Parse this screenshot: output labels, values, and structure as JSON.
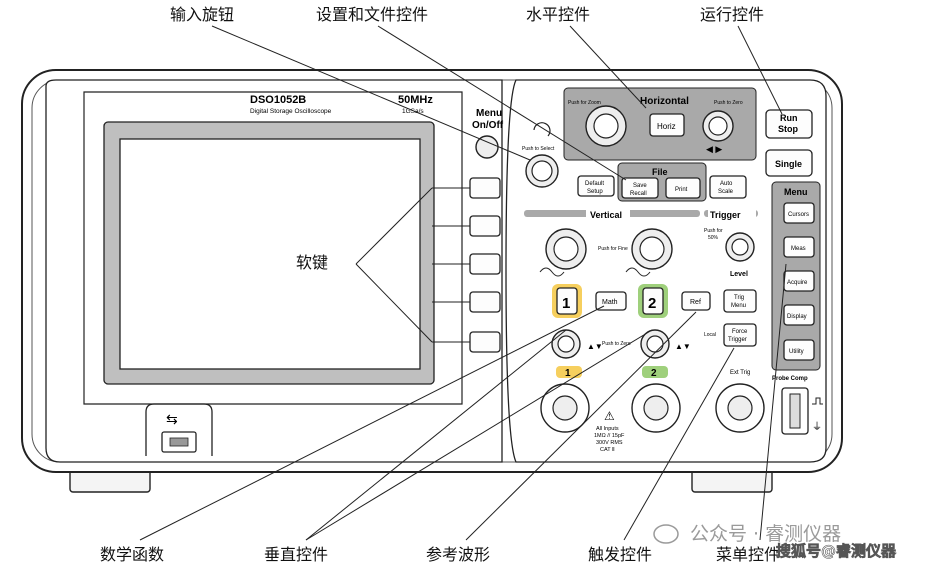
{
  "callouts": {
    "input_knob": "输入旋钮",
    "setup_file": "设置和文件控件",
    "horizontal": "水平控件",
    "run": "运行控件",
    "softkeys": "软键",
    "math": "数学函数",
    "vertical": "垂直控件",
    "reference": "参考波形",
    "trigger": "触发控件",
    "menu": "菜单控件"
  },
  "panel": {
    "model": "DSO1052B",
    "subtitle": "Digital Storage Oscilloscope",
    "bandwidth": "50MHz",
    "sample_rate": "1GSa/s",
    "menu_onoff_line1": "Menu",
    "menu_onoff_line2": "On/Off",
    "push_to_select": "Push to Select",
    "horizontal_title": "Horizontal",
    "push_for_zoom": "Push for Zoom",
    "push_to_zero": "Push to Zero",
    "horiz_button": "Horiz",
    "run_stop_line1": "Run",
    "run_stop_line2": "Stop",
    "single": "Single",
    "file_title": "File",
    "default_setup_line1": "Default",
    "default_setup_line2": "Setup",
    "save_recall_line1": "Save",
    "save_recall_line2": "Recall",
    "print": "Print",
    "auto_scale_line1": "Auto",
    "auto_scale_line2": "Scale",
    "vertical_title": "Vertical",
    "trigger_title": "Trigger",
    "push_for_fine": "Push for Fine",
    "push_for_50_line1": "Push for",
    "push_for_50_line2": "50%",
    "level": "Level",
    "channel1": "1",
    "channel2": "2",
    "math": "Math",
    "ref": "Ref",
    "trig_menu_line1": "Trig",
    "trig_menu_line2": "Menu",
    "force_trigger_line1": "Force",
    "force_trigger_line2": "Trigger",
    "local": "Local",
    "menu_title": "Menu",
    "menu_items": [
      "Cursors",
      "Meas",
      "Acquire",
      "Display",
      "Utility"
    ],
    "ext_trig": "Ext Trig",
    "probe_comp": "Probe Comp",
    "warning_line1": "All Inputs",
    "warning_line2": "1MΩ // 15pF",
    "warning_line3": "300V RMS",
    "warning_line4": "CAT Ⅱ"
  },
  "watermarks": {
    "wechat": "公众号 · 睿测仪器",
    "sohu": "搜狐号@睿测仪器"
  },
  "colors": {
    "ch1_highlight": "#f6cf5e",
    "ch2_highlight": "#9fd07c",
    "panel_gray": "#a9a9a9",
    "screen_bezel": "#bfbfbf"
  }
}
